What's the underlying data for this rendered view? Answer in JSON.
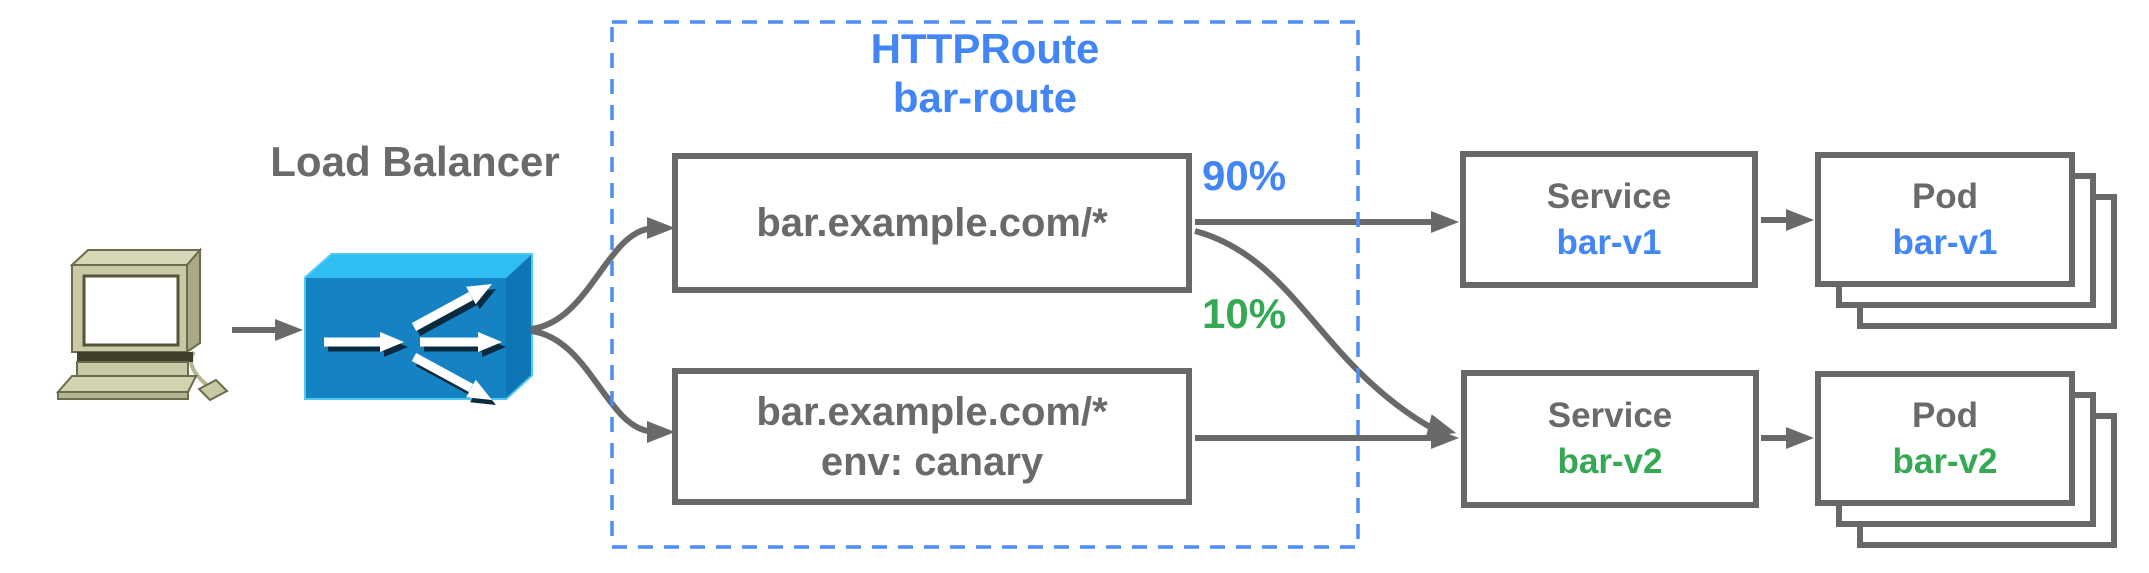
{
  "load_balancer": {
    "label": "Load Balancer",
    "icon": "load-balancer-icon"
  },
  "client": {
    "icon": "computer-icon"
  },
  "httproute": {
    "name_line1": "HTTPRoute",
    "name_line2": "bar-route",
    "rule_top": {
      "match": "bar.example.com/*"
    },
    "rule_bottom": {
      "match_line1": "bar.example.com/*",
      "match_line2": "env: canary"
    },
    "weight_top": "90%",
    "weight_bottom": "10%"
  },
  "services": {
    "v1": {
      "kind": "Service",
      "name": "bar-v1"
    },
    "v2": {
      "kind": "Service",
      "name": "bar-v2"
    }
  },
  "pods": {
    "v1": {
      "kind": "Pod",
      "name": "bar-v1"
    },
    "v2": {
      "kind": "Pod",
      "name": "bar-v2"
    }
  },
  "colors": {
    "connector_gray": "#696969",
    "box_border_gray": "#686868",
    "text_gray": "#6a6a6a",
    "weight_blue": "#4285f4",
    "weight_green": "#34a853",
    "dashed_border_blue": "#4e8cf6",
    "lb_front": "#1583c3",
    "lb_top": "#2fbef1",
    "lb_side": "#0e76b4"
  }
}
